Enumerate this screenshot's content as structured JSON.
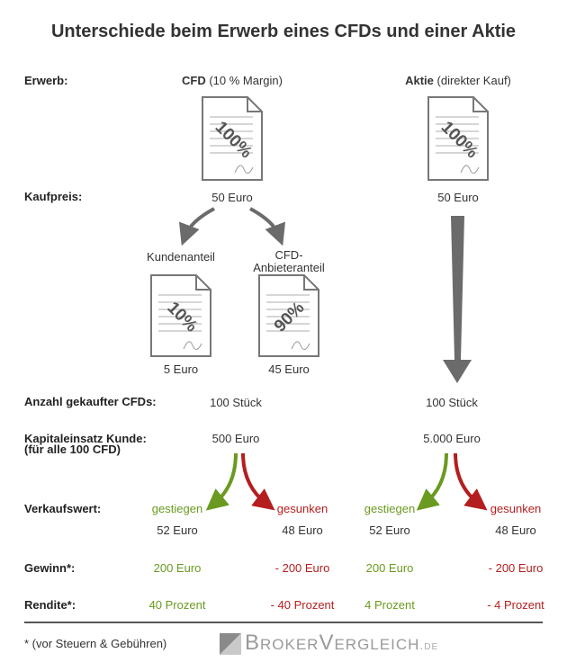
{
  "title": "Unterschiede beim Erwerb eines CFDs und einer Aktie",
  "rows": {
    "erwerb": "Erwerb:",
    "kaufpreis": "Kaufpreis:",
    "anzahl": "Anzahl gekaufter CFDs:",
    "kapital_line1": "Kapitaleinsatz Kunde:",
    "kapital_line2": "(für alle 100 CFD)",
    "verkaufswert": "Verkaufswert:",
    "gewinn": "Gewinn*:",
    "rendite": "Rendite*:"
  },
  "cfd": {
    "header_bold": "CFD",
    "header_rest": " (10 % Margin)",
    "doc_label": "100%",
    "price": "50 Euro",
    "kunden_label": "Kundenanteil",
    "kunden_doc": "10%",
    "kunden_value": "5 Euro",
    "anbieter_label_1": "CFD-",
    "anbieter_label_2": "Anbieteranteil",
    "anbieter_doc": "90%",
    "anbieter_value": "45 Euro",
    "anzahl": "100 Stück",
    "kapital": "500 Euro",
    "up_label": "gestiegen",
    "down_label": "gesunken",
    "up_value": "52 Euro",
    "down_value": "48 Euro",
    "gewinn_up": "200 Euro",
    "gewinn_down": "- 200 Euro",
    "rendite_up": "40 Prozent",
    "rendite_down": "- 40 Prozent"
  },
  "aktie": {
    "header_bold": "Aktie",
    "header_rest": " (direkter Kauf)",
    "doc_label": "100%",
    "price": "50 Euro",
    "anzahl": "100 Stück",
    "kapital": "5.000 Euro",
    "up_label": "gestiegen",
    "down_label": "gesunken",
    "up_value": "52 Euro",
    "down_value": "48 Euro",
    "gewinn_up": "200 Euro",
    "gewinn_down": "- 200 Euro",
    "rendite_up": "4 Prozent",
    "rendite_down": "- 4 Prozent"
  },
  "footnote": "* (vor Steuern & Gebühren)",
  "brand": {
    "main": "BrokerVergleich",
    "suffix": ".de"
  },
  "colors": {
    "green": "#6a9a1f",
    "red": "#b51e1e",
    "gray_arrow": "#6b6b6b",
    "rule": "#555555"
  },
  "icons": [
    "document-icon",
    "arrow-down-icon",
    "curved-arrow-icon"
  ]
}
